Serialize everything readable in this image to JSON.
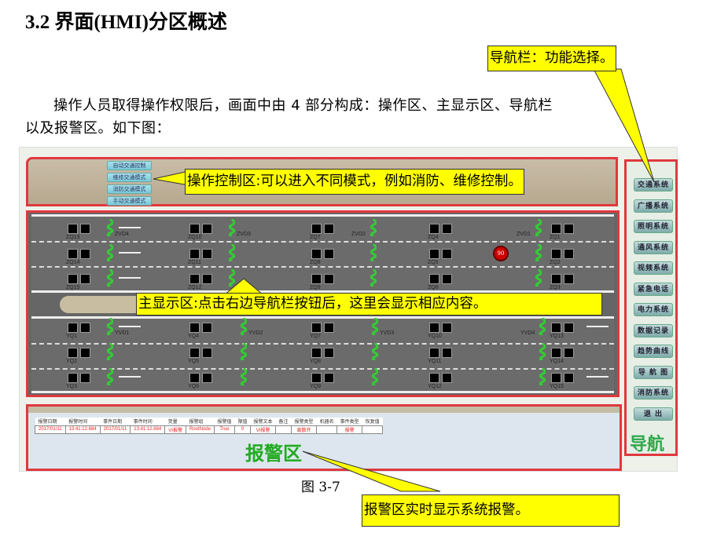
{
  "heading": "3.2  界面(HMI)分区概述",
  "paragraph": {
    "line1": "操作人员取得操作权限后，画面中由 4 部分构成：操作区、主显示区、导航栏",
    "line2": "以及报警区。如下图："
  },
  "figure": {
    "operation_buttons": [
      "自动交通控制",
      "维修交通模式",
      "消防交通模式",
      "手动交通模式"
    ],
    "top_devices": [
      [
        "ZQ13",
        "ZQ14",
        "ZQ15"
      ],
      [
        "ZQ10",
        "ZQ11",
        "ZQ12"
      ],
      [
        "ZQ7",
        "ZQ8",
        "ZQ9"
      ],
      [
        "ZQ4",
        "ZQ5",
        "ZQ6"
      ],
      [
        "ZQ1",
        "ZQ2",
        "ZQ3"
      ]
    ],
    "bottom_devices": [
      [
        "YQ1",
        "YQ2",
        "YQ3"
      ],
      [
        "YQ4",
        "YQ5",
        "YQ6"
      ],
      [
        "YQ7",
        "YQ8",
        "YQ9"
      ],
      [
        "YQ10",
        "YQ11",
        "YQ12"
      ],
      [
        "YQ13",
        "YQ14",
        "YQ15"
      ]
    ],
    "top_fans": [
      "ZVD4",
      "ZVD3",
      "ZVD2",
      "ZVD1"
    ],
    "bottom_fans": [
      "YVD1",
      "YVD2",
      "YVD3",
      "YVD4"
    ],
    "speed_sign": "90",
    "nav_buttons": [
      "交通系统",
      "广播系统",
      "照明系统",
      "通风系统",
      "视频系统",
      "紧急电话",
      "电力系统",
      "数据记录",
      "趋势曲线",
      "导 航 图",
      "消防系统",
      "退    出"
    ],
    "nav_title": "导航",
    "alarm_table": {
      "headers": [
        "报警日期",
        "报警时间",
        "事件日期",
        "事件时间",
        "变量",
        "报警组",
        "报警值",
        "限值",
        "报警文本",
        "备注",
        "报警类型",
        "机器名",
        "事件类型",
        "恢复值"
      ],
      "rows": [
        [
          "2017/01/11",
          "13:41:12.684",
          "2017/01/11",
          "13:41:12.684",
          "VI报警",
          "RootNode",
          "True",
          "0",
          "VI报警",
          "",
          "离散开",
          "",
          "报警",
          ""
        ]
      ]
    },
    "alarm_title": "报警区"
  },
  "caption": "图  3-7",
  "callouts": {
    "operation": "操作控制区:可以进入不同模式，例如消防、维修控制。",
    "nav": "导航栏：功能选择。",
    "main": "主显示区:点击右边导航栏按钮后，这里会显示相应内容。",
    "alarm": "报警区实时显示系统报警。"
  },
  "colors": {
    "callout": "#ffff00",
    "zone_border": "#e0383e",
    "nav_title": "#2ea84a"
  }
}
